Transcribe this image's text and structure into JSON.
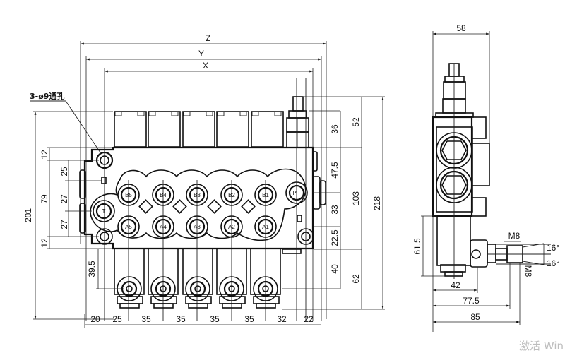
{
  "drawing": {
    "title": "5-spool monoblock hydraulic directional control valve - dimensional drawing",
    "front_view": {
      "overall_width_labels": [
        "Z",
        "Y",
        "X"
      ],
      "mounting_hole_note": "3-ø9通孔",
      "ports_top_row": [
        "B5",
        "B4",
        "B3",
        "B2",
        "B1",
        "P"
      ],
      "ports_bottom_row": [
        "A5",
        "A4",
        "A3",
        "A2",
        "A1"
      ],
      "tank_port": "T",
      "left_dims": {
        "overall_height": "201",
        "inner_height": "79",
        "segments": [
          "12",
          "25",
          "27",
          "27",
          "12"
        ],
        "lever_offset": "39.5"
      },
      "right_dims": {
        "inner": [
          "36",
          "47.5",
          "33",
          "22.5",
          "40"
        ],
        "middle": [
          "52",
          "103",
          "62"
        ],
        "overall_height": "218"
      },
      "bottom_dims": [
        "20",
        "25",
        "35",
        "35",
        "35",
        "35",
        "32",
        "22"
      ]
    },
    "side_view": {
      "top_width": "58",
      "left_height": "61.5",
      "bottom_dims": [
        "42",
        "77.5",
        "85"
      ],
      "thread_top": "M8",
      "thread_side": "M8",
      "angles": [
        "16°",
        "16°"
      ]
    }
  },
  "watermark": "激活 Win"
}
